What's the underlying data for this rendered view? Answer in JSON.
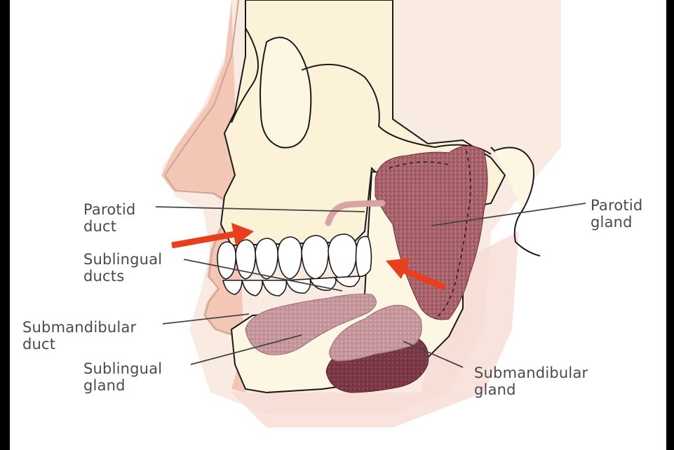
{
  "labels": {
    "parotid_duct": "Parotid\nduct",
    "sublingual_ducts": "Sublingual\nducts",
    "submandibular_duct": "Submandibular\nduct",
    "sublingual_gland": "Sublingual\ngland",
    "parotid_gland": "Parotid\ngland",
    "submandibular_gland": "Submandibular\ngland"
  },
  "colors": {
    "background": "#000000",
    "panel": "#ffffff",
    "skin": "#f4d2c4",
    "bone": "#fbf2d8",
    "gland": "#a5606a",
    "gland_dark": "#7e3b47",
    "duct": "#d9a3a3",
    "arrow": "#e8401f",
    "outline": "#1a1a1a",
    "leader_line": "#444444"
  },
  "icons": [
    "red-arrow-icon",
    "red-arrow-icon"
  ]
}
